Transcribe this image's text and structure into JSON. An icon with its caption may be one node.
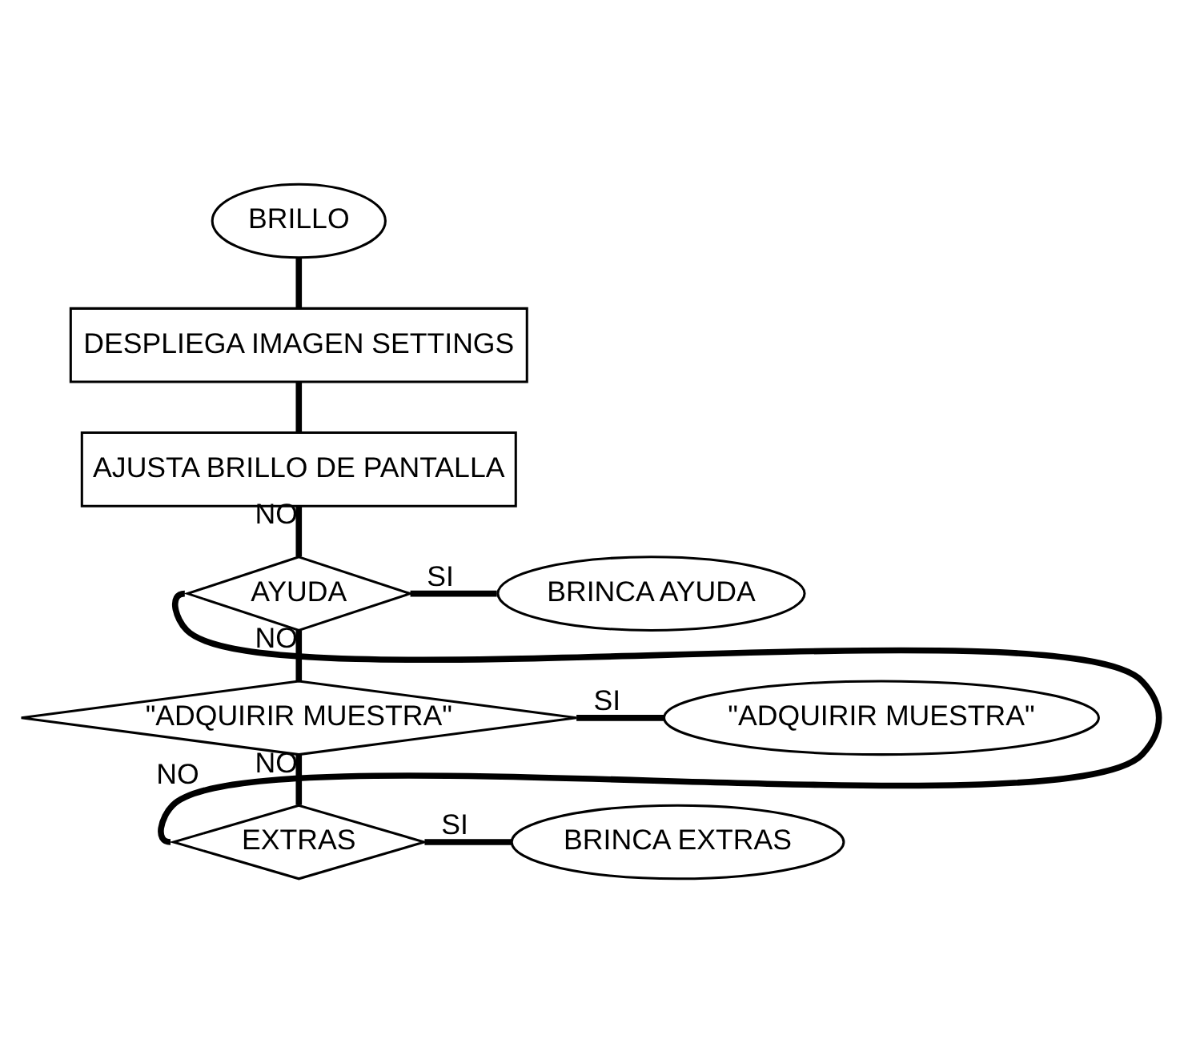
{
  "diagram": {
    "nodes": [
      {
        "text": [
          "BRILLO"
        ]
      },
      {
        "text": [
          "DESPLIEGA IMAGEN SETTINGS"
        ]
      },
      {
        "text": [
          "AJUSTA BRILLO DE PANTALLA"
        ]
      },
      {
        "text": [
          "AYUDA"
        ]
      },
      {
        "text": [
          "BRINCA AYUDA"
        ]
      },
      {
        "text": [
          "\"ADQUIRIR MUESTRA\""
        ]
      },
      {
        "text": [
          "\"ADQUIRIR MUESTRA\""
        ]
      },
      {
        "text": [
          "EXTRAS"
        ]
      },
      {
        "text": [
          "BRINCA EXTRAS"
        ]
      }
    ],
    "edges": [
      {
        "from": 0,
        "to": 1,
        "arrow": "none"
      },
      {
        "from": 1,
        "to": 2,
        "arrow": "none"
      },
      {
        "from": 2,
        "to": 3,
        "arrow": "none",
        "label": "NO"
      },
      {
        "from": 3,
        "to": 4,
        "arrow": "none",
        "label": "SI"
      },
      {
        "from": 3,
        "to": 5,
        "arrow": "none",
        "label": "NO"
      },
      {
        "from": 5,
        "to": 6,
        "arrow": "none",
        "label": "SI"
      },
      {
        "from": 5,
        "to": 7,
        "arrow": "none",
        "label": "NO"
      },
      {
        "from": 7,
        "to": 8,
        "arrow": "none",
        "label": "SI"
      },
      {
        "from": 7,
        "to": 3,
        "arrow": "none",
        "label": "NO"
      }
    ]
  }
}
